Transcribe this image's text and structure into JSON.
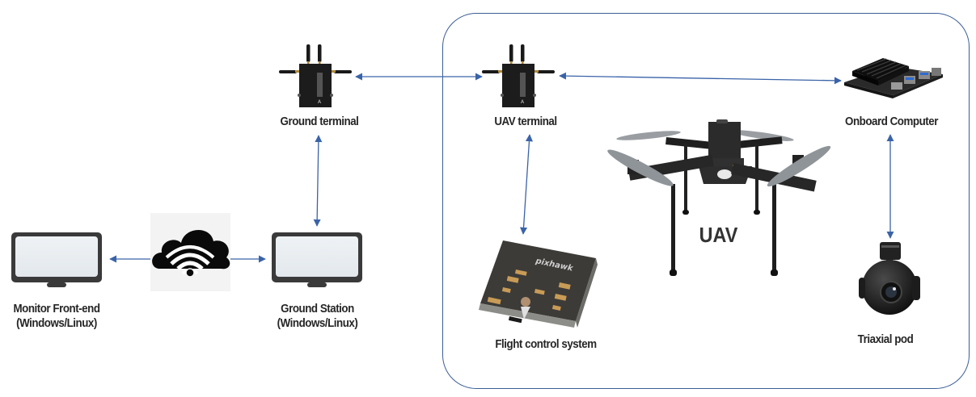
{
  "diagram": {
    "boundary": {
      "name": "UAV subsystem boundary"
    },
    "nodes": {
      "ground_terminal": {
        "label": "Ground terminal",
        "icon": "radio-terminal-icon"
      },
      "uav_terminal": {
        "label": "UAV terminal",
        "icon": "radio-terminal-icon"
      },
      "onboard_computer": {
        "label": "Onboard Computer",
        "icon": "embedded-board-icon"
      },
      "flight_control": {
        "label": "Flight control system",
        "icon": "flight-controller-icon"
      },
      "uav": {
        "label": "UAV",
        "icon": "quadcopter-drone-icon"
      },
      "triaxial_pod": {
        "label": "Triaxial pod",
        "icon": "gimbal-camera-icon"
      },
      "ground_station": {
        "label": "Ground Station",
        "sublabel": "(Windows/Linux)",
        "icon": "monitor-icon"
      },
      "monitor_frontend": {
        "label": "Monitor Front-end",
        "sublabel": "(Windows/Linux)",
        "icon": "monitor-icon"
      },
      "cloud": {
        "label": "",
        "icon": "cloud-wifi-icon"
      }
    },
    "edges": [
      {
        "from": "ground_terminal",
        "to": "uav_terminal",
        "direction": "bidirectional"
      },
      {
        "from": "uav_terminal",
        "to": "onboard_computer",
        "direction": "bidirectional"
      },
      {
        "from": "ground_terminal",
        "to": "ground_station",
        "direction": "bidirectional"
      },
      {
        "from": "uav_terminal",
        "to": "flight_control",
        "direction": "bidirectional"
      },
      {
        "from": "onboard_computer",
        "to": "triaxial_pod",
        "direction": "bidirectional"
      },
      {
        "from": "cloud",
        "to": "ground_station",
        "direction": "forward"
      },
      {
        "from": "cloud",
        "to": "monitor_frontend",
        "direction": "forward"
      }
    ],
    "colors": {
      "arrow": "#3a63a8",
      "boundary": "#3b5e96",
      "text": "#262626"
    }
  }
}
